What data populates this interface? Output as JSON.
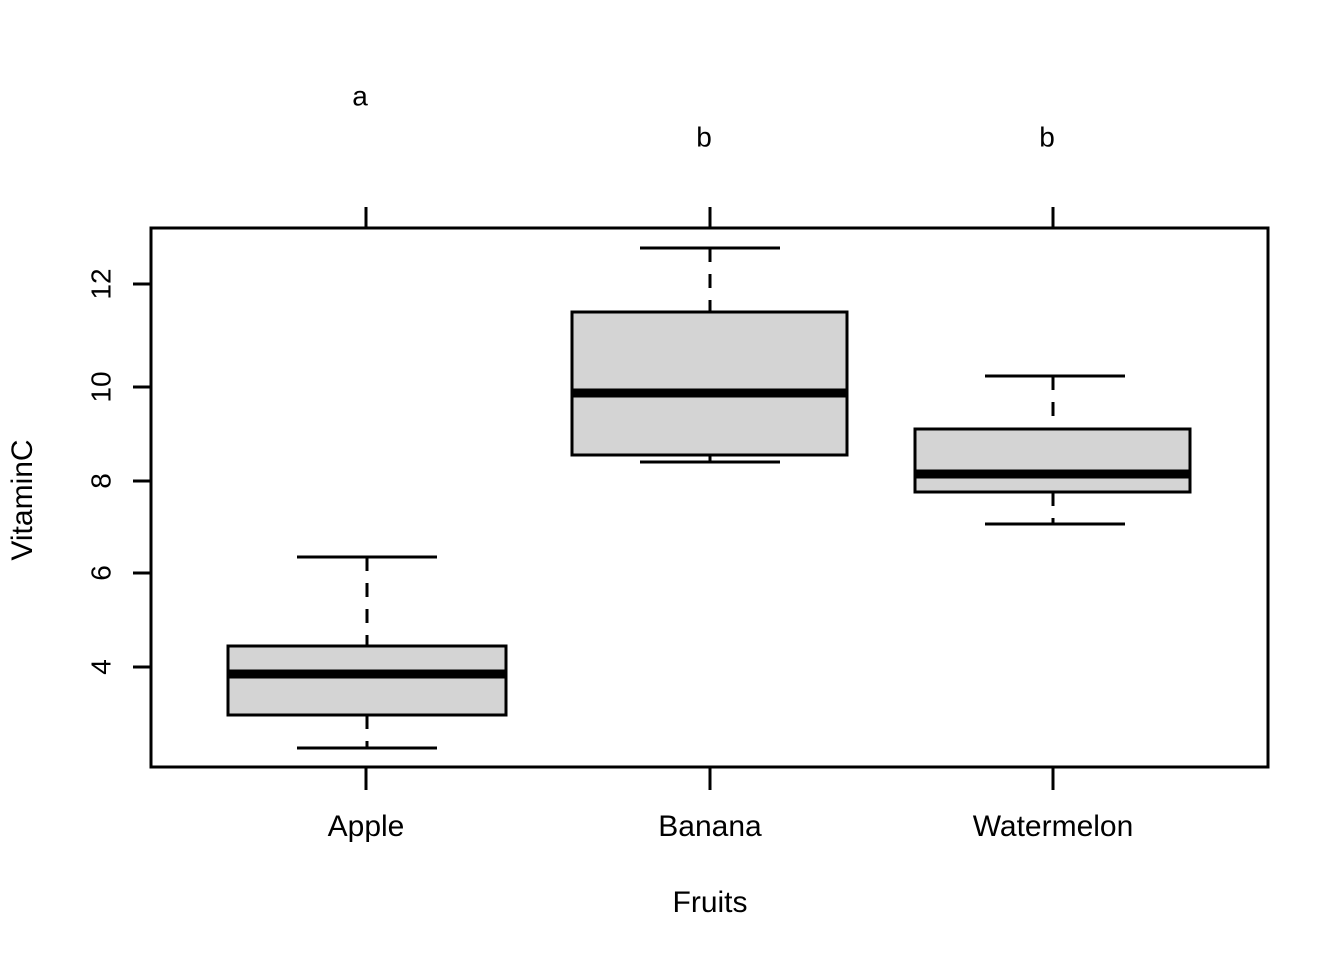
{
  "chart_data": {
    "type": "box",
    "title": "",
    "xlabel": "Fruits",
    "ylabel": "VitaminC",
    "categories": [
      "Apple",
      "Banana",
      "Watermelon"
    ],
    "ylim": [
      3.0,
      13.1
    ],
    "yticks": [
      4,
      6,
      8,
      10,
      12
    ],
    "ytick_labels": [
      "4",
      "6",
      "8",
      "10",
      "12"
    ],
    "grid": false,
    "legend": "none",
    "box_fill": "#D4D4D4",
    "box_stroke": "#000000",
    "annotations": [
      {
        "category": "Apple",
        "letter": "a"
      },
      {
        "category": "Banana",
        "letter": "b"
      },
      {
        "category": "Watermelon",
        "letter": "b"
      }
    ],
    "boxes": [
      {
        "category": "Apple",
        "group_letter": "a",
        "lower_whisker": 3.35,
        "q1": 3.95,
        "median": 4.7,
        "q3": 5.2,
        "upper_whisker": 6.9
      },
      {
        "category": "Banana",
        "group_letter": "b",
        "lower_whisker": 8.7,
        "q1": 8.8,
        "median": 10.0,
        "q3": 11.5,
        "upper_whisker": 12.7
      },
      {
        "category": "Watermelon",
        "group_letter": "b",
        "lower_whisker": 7.5,
        "q1": 8.15,
        "median": 8.45,
        "q3": 9.3,
        "upper_whisker": 10.3
      }
    ]
  }
}
